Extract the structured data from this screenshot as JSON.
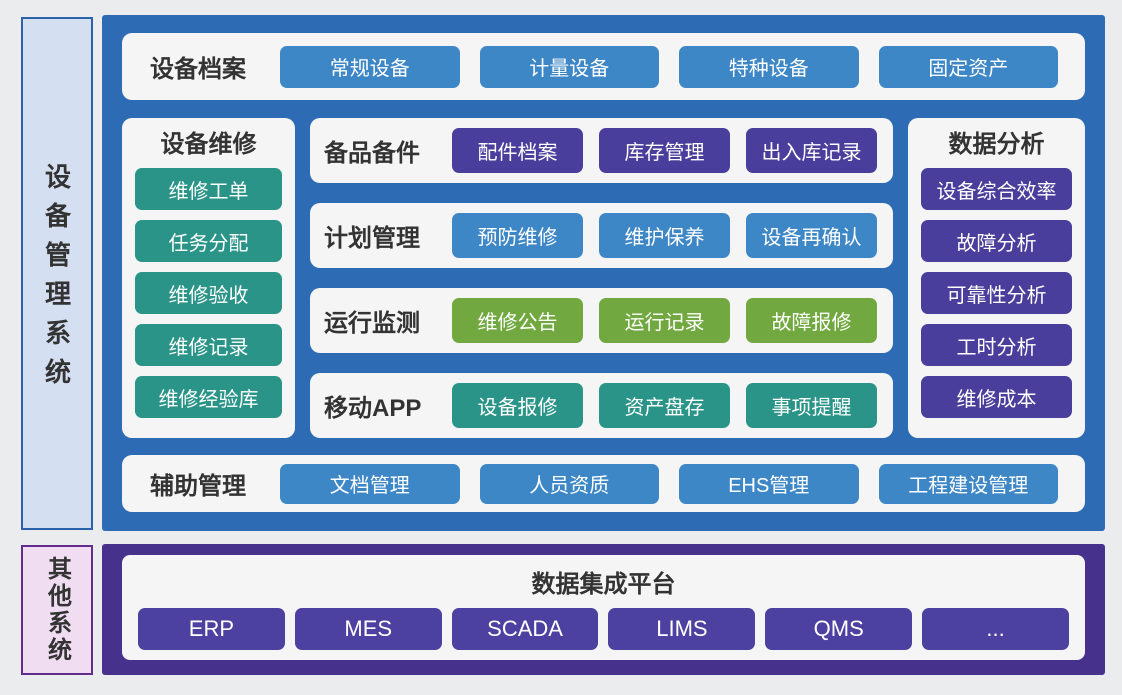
{
  "sidebar_top": {
    "title": "设备管理系统"
  },
  "sidebar_bottom": {
    "title": "其他系统"
  },
  "archive_row": {
    "label": "设备档案",
    "buttons": [
      "常规设备",
      "计量设备",
      "特种设备",
      "固定资产"
    ]
  },
  "maintenance_col": {
    "label": "设备维修",
    "buttons": [
      "维修工单",
      "任务分配",
      "维修验收",
      "维修记录",
      "维修经验库"
    ]
  },
  "middle_rows": [
    {
      "label": "备品备件",
      "buttons": [
        "配件档案",
        "库存管理",
        "出入库记录"
      ]
    },
    {
      "label": "计划管理",
      "buttons": [
        "预防维修",
        "维护保养",
        "设备再确认"
      ]
    },
    {
      "label": "运行监测",
      "buttons": [
        "维修公告",
        "运行记录",
        "故障报修"
      ]
    },
    {
      "label": "移动APP",
      "buttons": [
        "设备报修",
        "资产盘存",
        "事项提醒"
      ]
    }
  ],
  "analysis_col": {
    "label": "数据分析",
    "buttons": [
      "设备综合效率",
      "故障分析",
      "可靠性分析",
      "工时分析",
      "维修成本"
    ]
  },
  "auxiliary_row": {
    "label": "辅助管理",
    "buttons": [
      "文档管理",
      "人员资质",
      "EHS管理",
      "工程建设管理"
    ]
  },
  "integration": {
    "title": "数据集成平台",
    "buttons": [
      "ERP",
      "MES",
      "SCADA",
      "LIMS",
      "QMS",
      "..."
    ]
  },
  "colors": {
    "page_bg": "#ebeced",
    "main_panel_blue": "#2d6cb4",
    "bottom_panel_purple": "#46318c",
    "card_bg": "#f4f5f4",
    "chip_blue": "#3e87c7",
    "chip_teal": "#2b9488",
    "chip_purple": "#4a3e9c",
    "chip_green": "#71a83f",
    "chip_violet": "#4c41a0",
    "sidebar_top_bg": "#d5dff2",
    "sidebar_top_border": "#2b62a9",
    "sidebar_bottom_bg": "#f0ddf2",
    "sidebar_bottom_border": "#632c8f",
    "label_text": "#333333",
    "chip_text": "#ffffff"
  }
}
